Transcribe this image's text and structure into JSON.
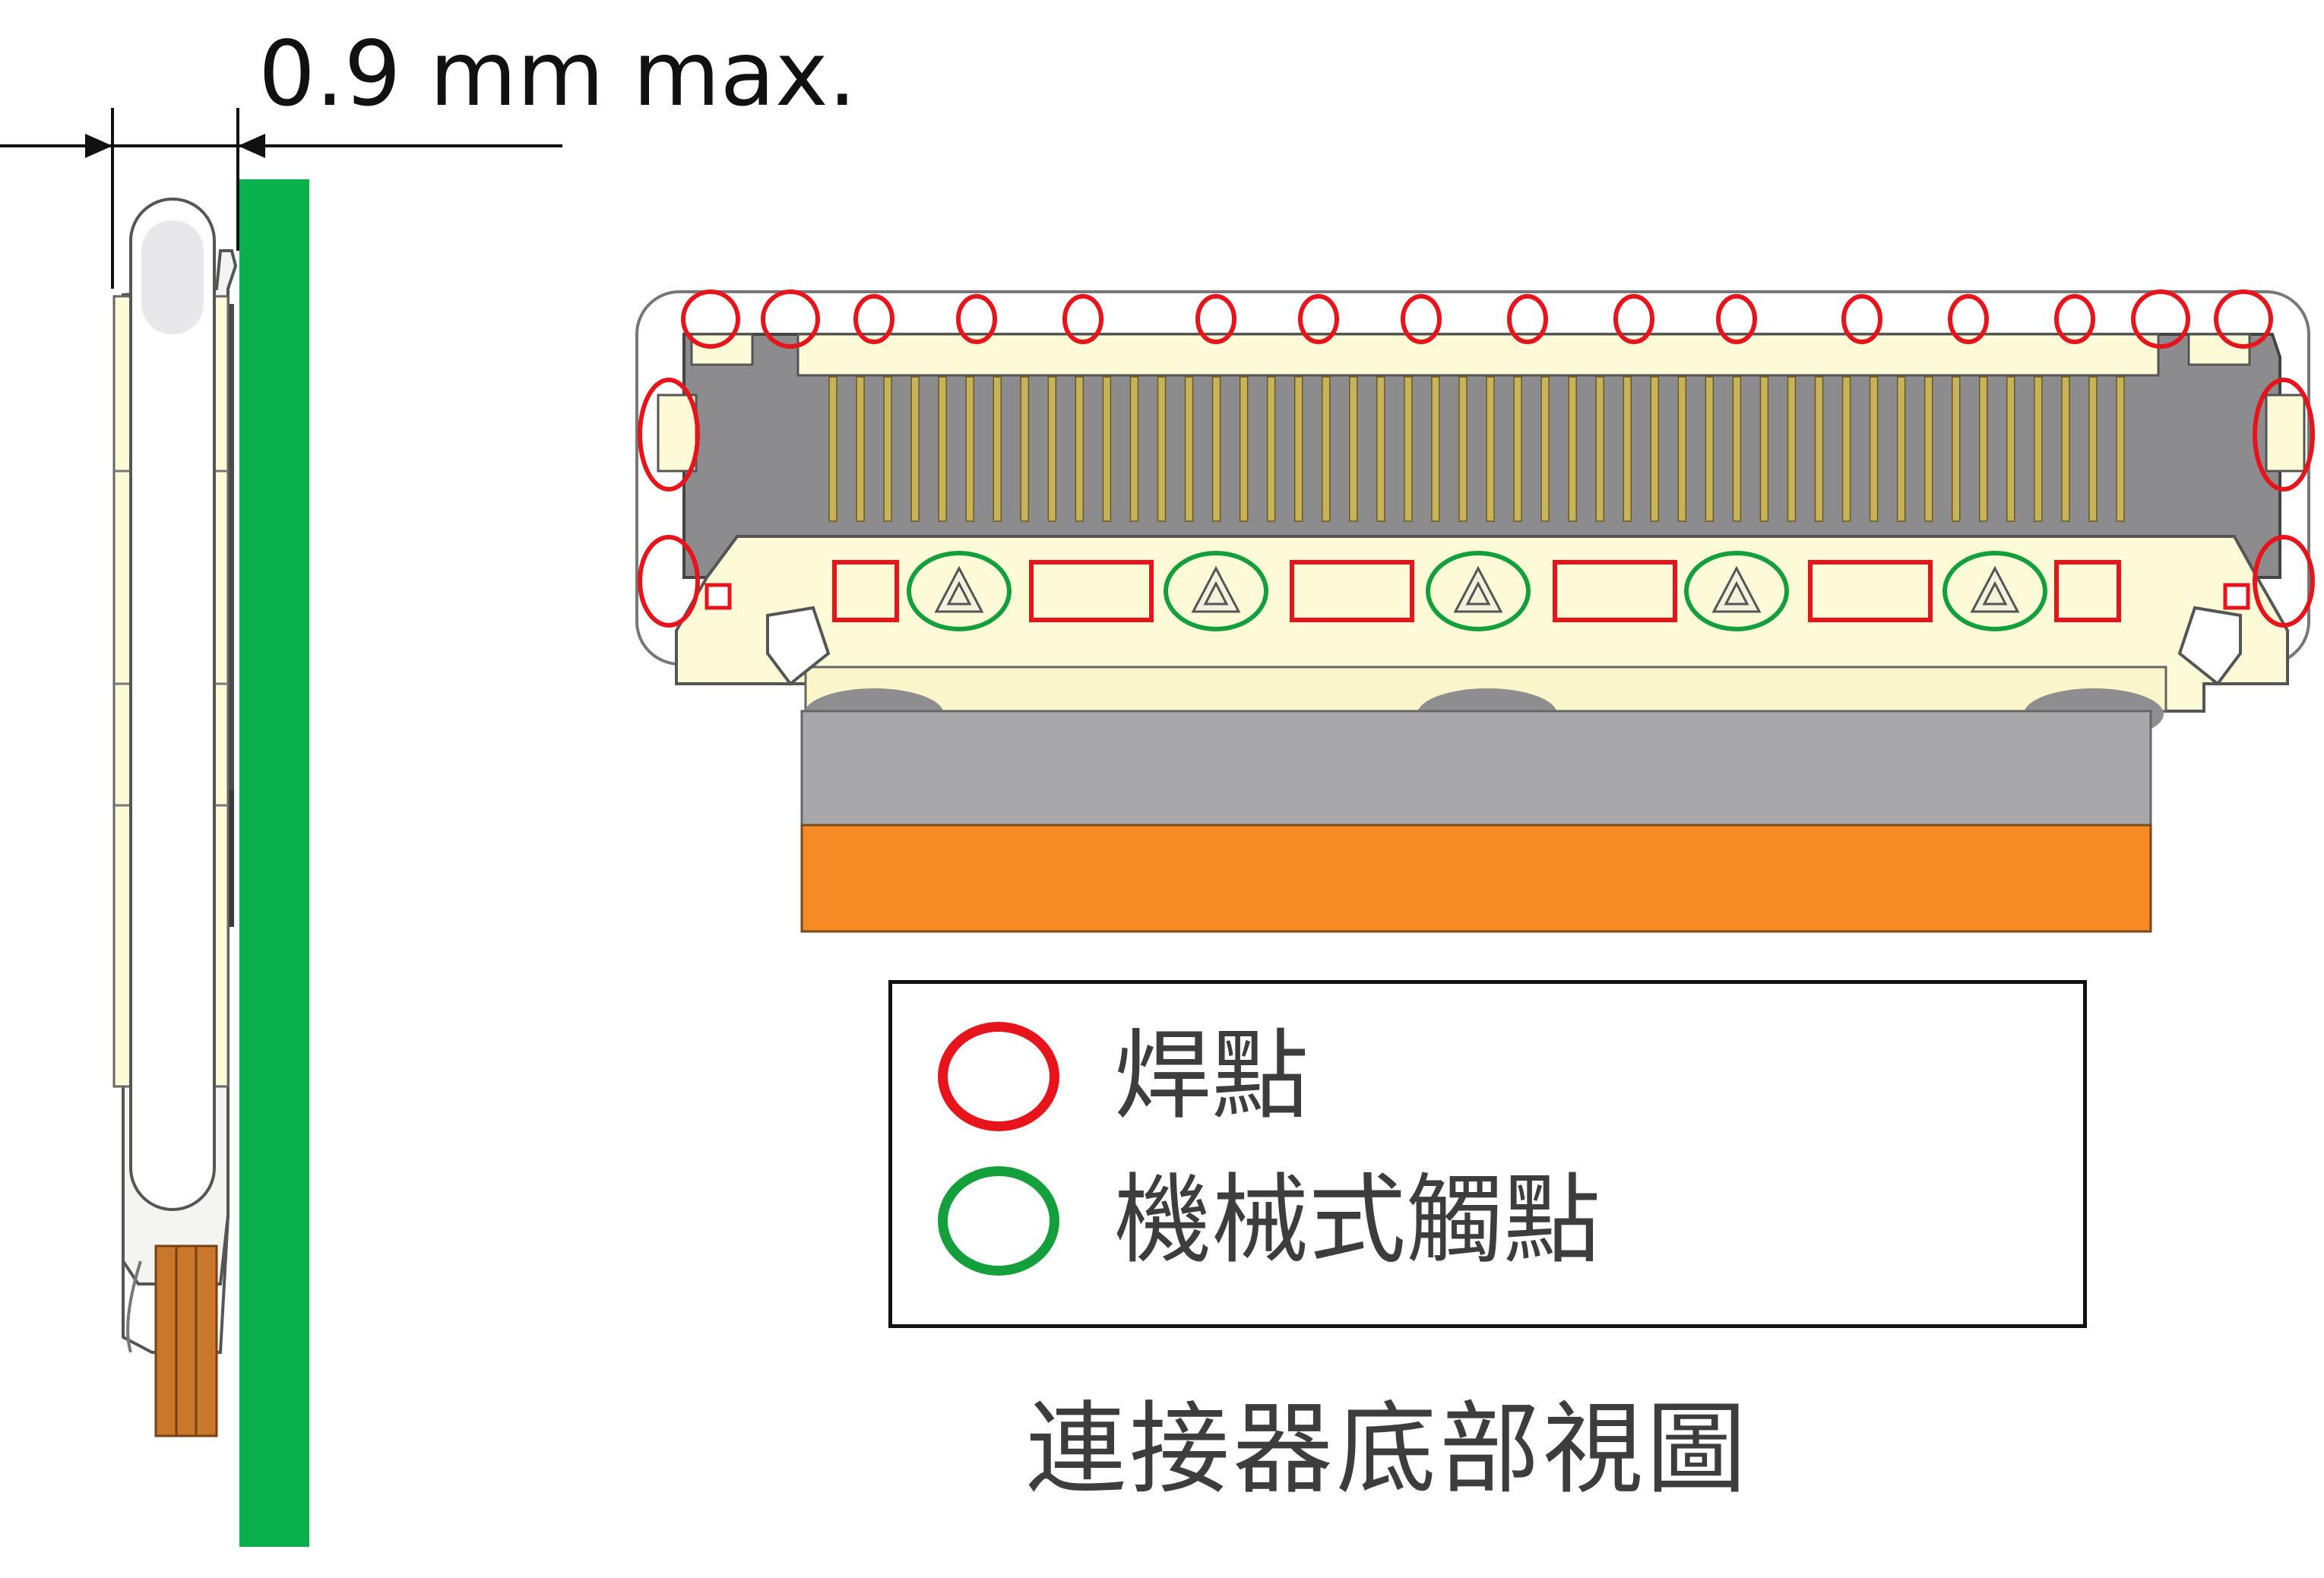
{
  "dimension": {
    "label": "0.9 mm max."
  },
  "legend": {
    "items": [
      {
        "label": "焊點",
        "color": "#e8141b"
      },
      {
        "label": "機械式觸點",
        "color": "#13a03c"
      }
    ]
  },
  "caption": "連接器底部視圖",
  "colors": {
    "pcb": "#0ab04b",
    "housing": "#fdfad8",
    "shell": "#ffffff",
    "cavity": "#8c8c8e",
    "pin": "#c8b35a",
    "cable_gray": "#a8a8ab",
    "cable_orange": "#f68a24",
    "solder_mark": "#e8141b",
    "contact_mark": "#13a03c"
  },
  "connector": {
    "pin_count": 48,
    "top_solder_points": 16,
    "mechanical_contacts": 5,
    "rect_solder_pads": 6
  }
}
